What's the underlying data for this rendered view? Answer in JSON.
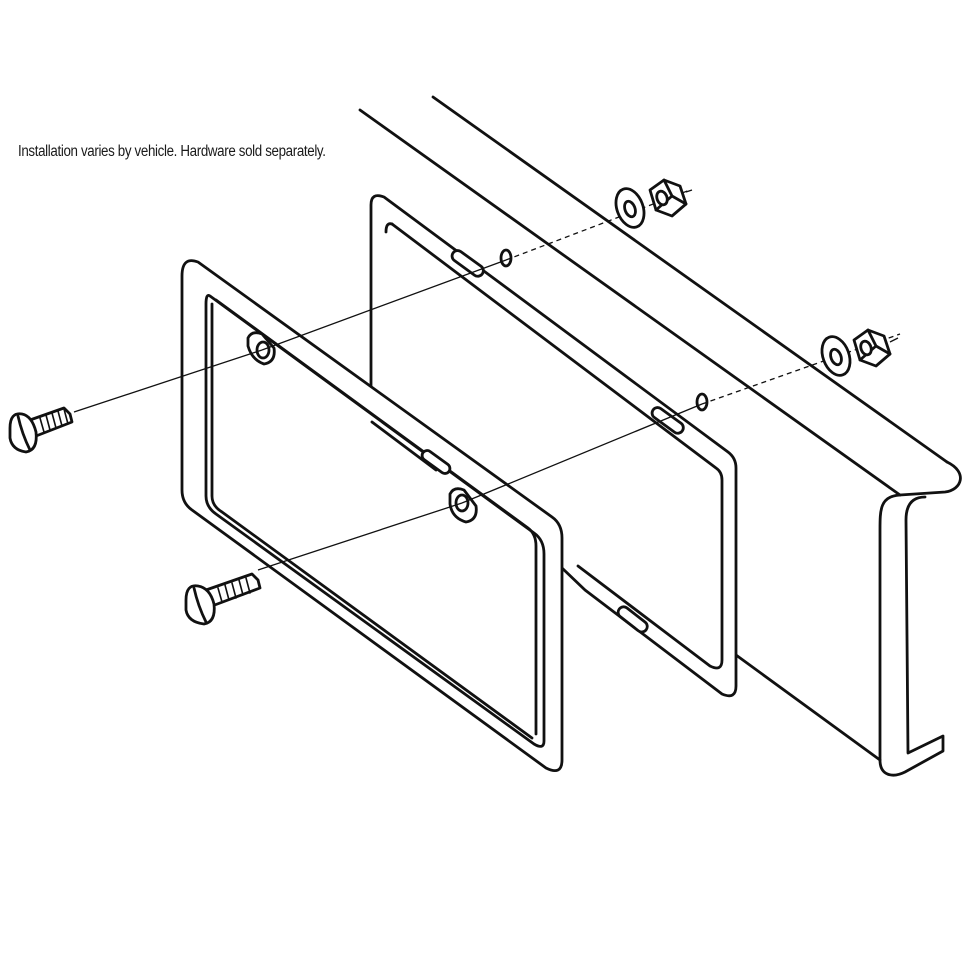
{
  "diagram": {
    "note": "Installation varies by vehicle. Hardware sold separately.",
    "components": [
      {
        "name": "license-plate-frame"
      },
      {
        "name": "license-plate"
      },
      {
        "name": "vehicle-bumper-mount"
      },
      {
        "name": "screw",
        "count": 2
      },
      {
        "name": "washer",
        "count": 2
      },
      {
        "name": "hex-nut",
        "count": 2
      }
    ],
    "colors": {
      "line": "#111111",
      "background": "#ffffff"
    }
  }
}
